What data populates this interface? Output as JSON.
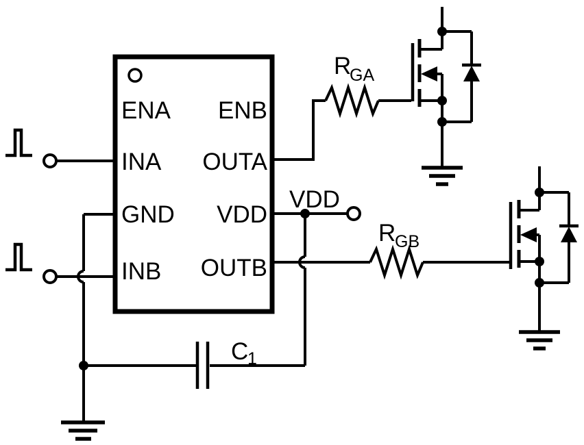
{
  "colors": {
    "stroke": "#000000",
    "background": "#ffffff"
  },
  "ic": {
    "left_pins": [
      "ENA",
      "INA",
      "GND",
      "INB"
    ],
    "right_pins": [
      "ENB",
      "OUTA",
      "VDD",
      "OUTB"
    ]
  },
  "labels": {
    "vdd_rail": "VDD",
    "gate_resistor_a": {
      "base": "R",
      "sub": "GA"
    },
    "gate_resistor_b": {
      "base": "R",
      "sub": "GB"
    },
    "bypass_cap": {
      "base": "C",
      "sub": "1"
    }
  }
}
